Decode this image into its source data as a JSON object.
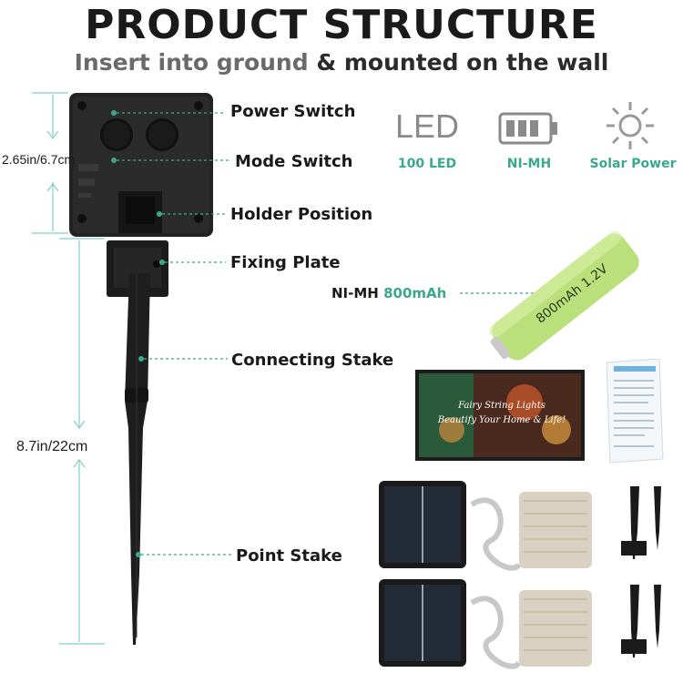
{
  "header": {
    "title": "PRODUCT STRUCTURE",
    "subtitle_part1": "Insert into ground",
    "subtitle_part2": "& mounted on the wall"
  },
  "parts": {
    "power_switch": "Power Switch",
    "mode_switch": "Mode Switch",
    "holder_position": "Holder Position",
    "fixing_plate": "Fixing Plate",
    "connecting_stake": "Connecting Stake",
    "point_stake": "Point Stake"
  },
  "dimensions": {
    "panel_height": "2.65in/6.7cm",
    "stake_height": "8.7in/22cm"
  },
  "features": [
    {
      "icon": "led-text-icon",
      "glyph": "LED",
      "caption": "100 LED"
    },
    {
      "icon": "battery-icon",
      "glyph": "",
      "caption": "NI-MH"
    },
    {
      "icon": "sun-icon",
      "glyph": "",
      "caption": "Solar Power"
    }
  ],
  "battery": {
    "type_label": "NI-MH",
    "capacity_label": "800mAh",
    "print_text": "800mAh 1.2V"
  },
  "package": {
    "box_text_line1": "Fairy String Lights",
    "box_text_line2": "Beautify Your Home & Life!"
  },
  "colors": {
    "accent": "#3aa88e",
    "dim_line": "#7fd0c8",
    "dark_plastic": "#1f1f1f",
    "battery_green": "#b9e07a"
  }
}
